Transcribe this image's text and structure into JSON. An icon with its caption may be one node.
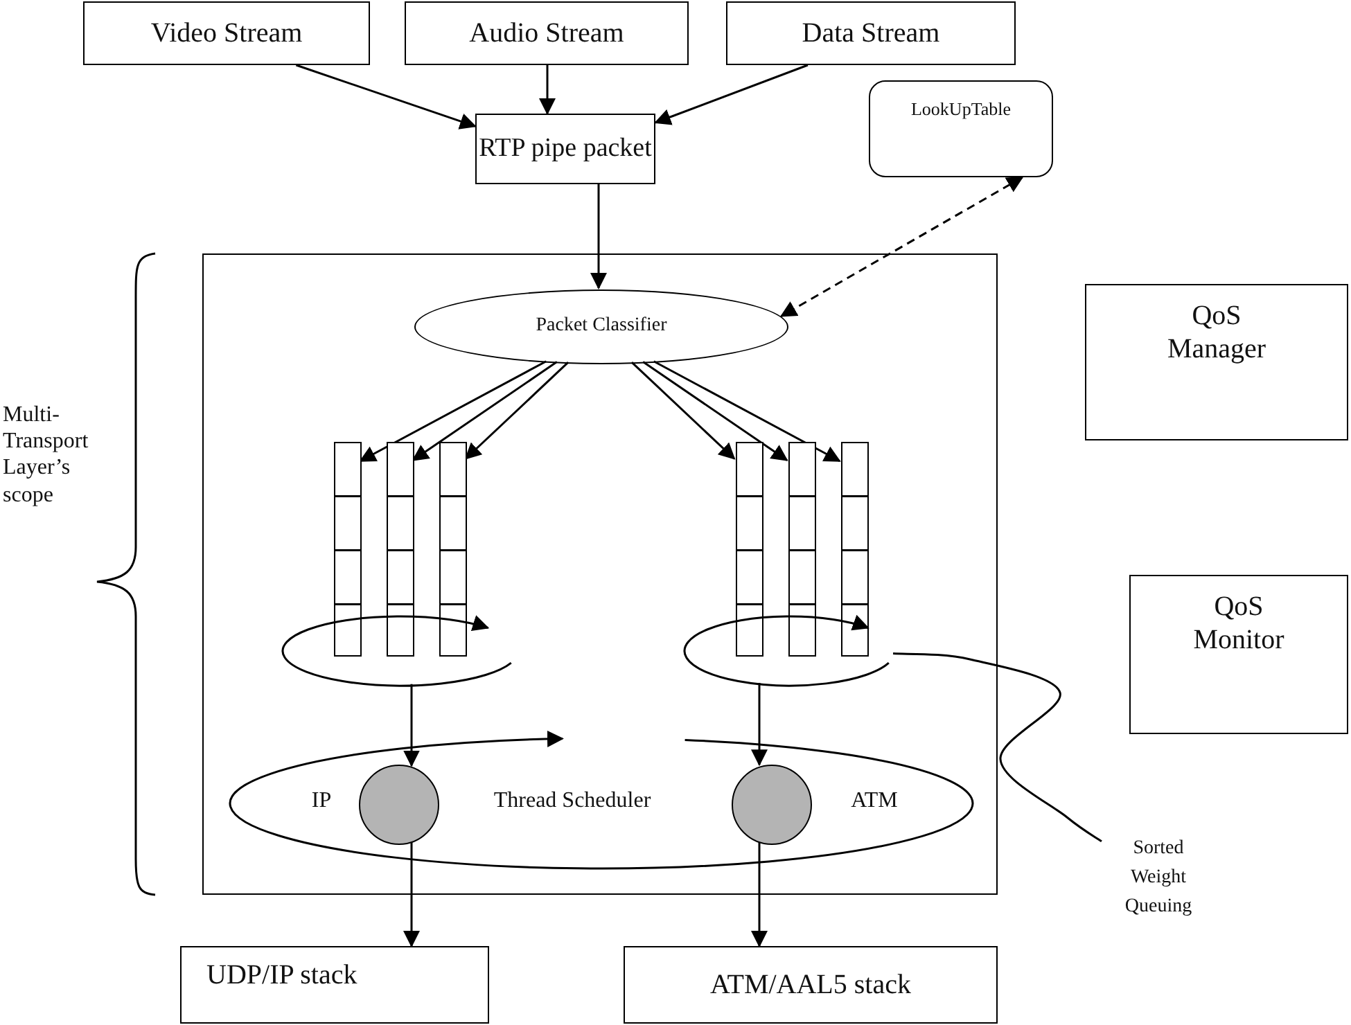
{
  "diagram": {
    "nodes": [
      {
        "text": [
          "Video Stream"
        ]
      },
      {
        "text": [
          "Audio Stream"
        ]
      },
      {
        "text": [
          "Data Stream"
        ]
      },
      {
        "text": [
          "RTP pipe packet"
        ]
      },
      {
        "text": [
          "LookUpTable"
        ]
      },
      {
        "text": [],
        "shape": "box"
      },
      {
        "text": [
          "Packet Classifier"
        ],
        "in": 5
      },
      {
        "text": [
          "QoS Manager"
        ]
      },
      {
        "text": [],
        "shape": "bar",
        "in": 5
      },
      {
        "text": [],
        "shape": "bar",
        "in": 5
      },
      {
        "text": [],
        "shape": "bar",
        "in": 5
      },
      {
        "text": [],
        "shape": "bar",
        "in": 5
      },
      {
        "text": [],
        "shape": "bar",
        "in": 5
      },
      {
        "text": [],
        "shape": "bar",
        "in": 5
      },
      {
        "text": [],
        "shape": "ellipse",
        "in": 5
      },
      {
        "text": [],
        "shape": "ellipse",
        "in": 5
      },
      {
        "text": [
          "QoS Monitor"
        ]
      },
      {
        "text": [
          "IP",
          "Thread Scheduler",
          "ATM"
        ],
        "in": 5
      },
      {
        "text": [],
        "shape": "circle",
        "in": 17
      },
      {
        "text": [],
        "shape": "circle",
        "in": 17
      },
      {
        "text": [
          "Sorted Weight Queuing"
        ]
      },
      {
        "text": [
          "UDP/IP stack"
        ]
      },
      {
        "text": [
          "ATM/AAL5 stack"
        ]
      }
    ],
    "edges": [
      {
        "from": 0,
        "to": 3,
        "arrow": "to"
      },
      {
        "from": 1,
        "to": 3,
        "arrow": "to"
      },
      {
        "from": 2,
        "to": 3,
        "arrow": "to"
      },
      {
        "from": 3,
        "to": 6,
        "arrow": "to"
      },
      {
        "from": 4,
        "to": 6,
        "arrow": "both",
        "style": "dashed"
      },
      {
        "from": 6,
        "to": 8,
        "arrow": "to"
      },
      {
        "from": 6,
        "to": 9,
        "arrow": "to"
      },
      {
        "from": 6,
        "to": 10,
        "arrow": "to"
      },
      {
        "from": 6,
        "to": 11,
        "arrow": "to"
      },
      {
        "from": 6,
        "to": 12,
        "arrow": "to"
      },
      {
        "from": 6,
        "to": 13,
        "arrow": "to"
      },
      {
        "from": 14,
        "to": 18,
        "arrow": "to"
      },
      {
        "from": 15,
        "to": 19,
        "arrow": "to"
      },
      {
        "from": 18,
        "to": 21,
        "arrow": "to"
      },
      {
        "from": 19,
        "to": 22,
        "arrow": "to"
      },
      {
        "from": 20,
        "to": 15,
        "arrow": "none"
      }
    ],
    "labels": [
      "Multi- Transport Layer’s scope"
    ]
  }
}
